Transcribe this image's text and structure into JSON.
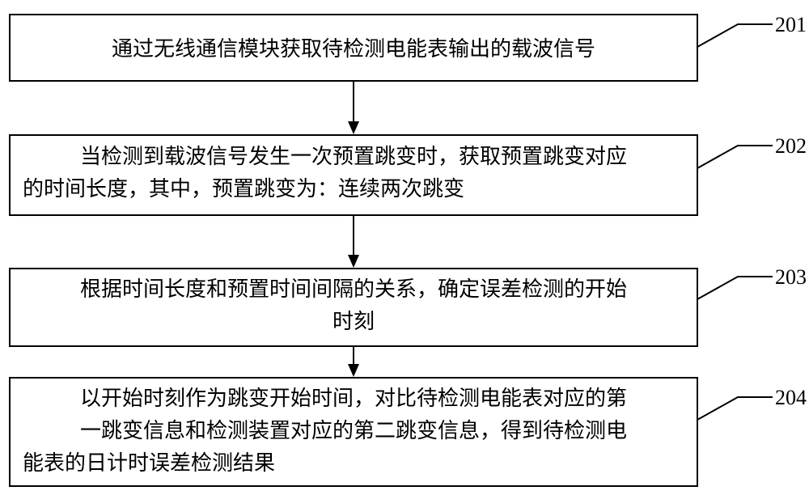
{
  "steps": [
    {
      "number": "201",
      "lines": [
        "通过无线通信模块获取待检测电能表输出的载波信号"
      ]
    },
    {
      "number": "202",
      "lines": [
        "当检测到载波信号发生一次预置跳变时，获取预置跳变对应",
        "的时间长度，其中，预置跳变为：连续两次跳变"
      ]
    },
    {
      "number": "203",
      "lines": [
        "根据时间长度和预置时间间隔的关系，确定误差检测的开始",
        "时刻"
      ]
    },
    {
      "number": "204",
      "lines": [
        "以开始时刻作为跳变开始时间，对比待检测电能表对应的第",
        "一跳变信息和检测装置对应的第二跳变信息，得到待检测电",
        "能表的日计时误差检测结果"
      ]
    }
  ]
}
